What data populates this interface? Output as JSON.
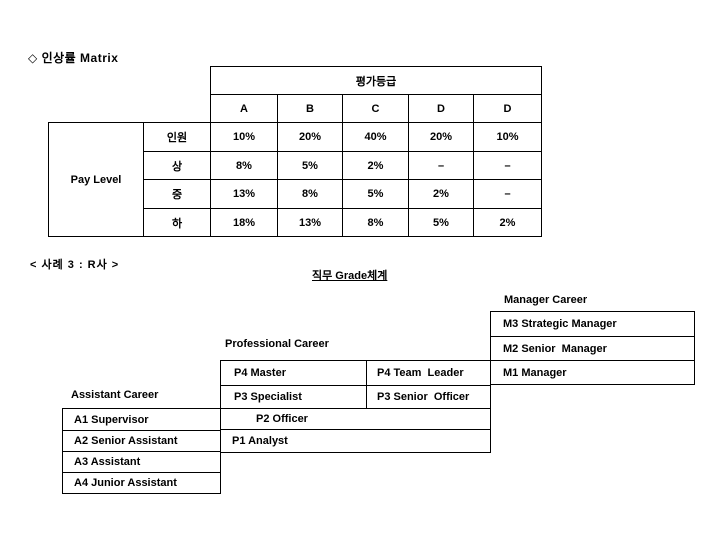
{
  "colors": {
    "background": "#ffffff",
    "text": "#000000",
    "border": "#000000"
  },
  "section1": {
    "title_bullet": "◇",
    "title_text": "인상률 Matrix",
    "table": {
      "merged_header": "평가등급",
      "grade_columns": [
        "A",
        "B",
        "C",
        "D",
        "D"
      ],
      "side_label": "Pay Level",
      "rows": [
        {
          "label": "인원",
          "values": [
            "10%",
            "20%",
            "40%",
            "20%",
            "10%"
          ]
        },
        {
          "label": "상",
          "values": [
            "8%",
            "5%",
            "2%",
            "–",
            "–"
          ]
        },
        {
          "label": "중",
          "values": [
            "13%",
            "8%",
            "5%",
            "2%",
            "–"
          ]
        },
        {
          "label": "하",
          "values": [
            "18%",
            "13%",
            "8%",
            "5%",
            "2%"
          ]
        }
      ]
    }
  },
  "section2": {
    "case_label": "< 사례 3 : R사 >",
    "diagram_title": "직무 Grade체계",
    "manager_career": {
      "label": "Manager Career",
      "levels": [
        "M3 Strategic Manager",
        "M2 Senior  Manager",
        "M1 Manager"
      ]
    },
    "professional_career": {
      "label": "Professional Career",
      "grid": [
        [
          "P4 Master",
          "P4 Team  Leader"
        ],
        [
          "P3 Specialist",
          "P3 Senior  Officer"
        ]
      ],
      "span_levels": [
        "P2 Officer",
        "P1 Analyst"
      ]
    },
    "assistant_career": {
      "label": "Assistant Career",
      "levels": [
        "A1 Supervisor",
        "A2 Senior Assistant",
        "A3 Assistant",
        "A4 Junior Assistant"
      ]
    }
  }
}
